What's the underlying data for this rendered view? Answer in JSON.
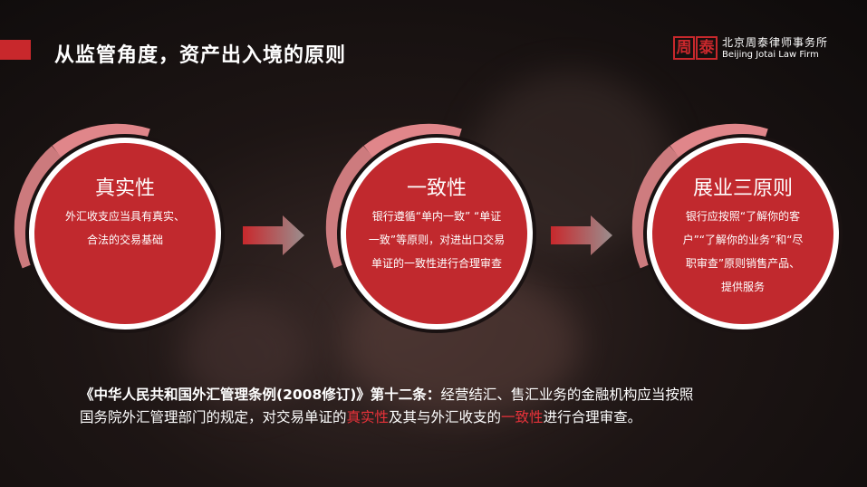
{
  "page": {
    "title": "从监管角度，资产出入境的原则"
  },
  "logo": {
    "mark_chars": [
      "周",
      "泰"
    ],
    "name_cn": "北京周泰律师事务所",
    "name_en": "Beijing Jotai Law Firm"
  },
  "principles": [
    {
      "title": "真实性",
      "lines": [
        "外汇收支应当具有真实、",
        "合法的交易基础"
      ]
    },
    {
      "title": "一致性",
      "lines": [
        "银行遵循“单内一致” “单证",
        "一致”等原则，对进出口交易",
        "单证的一致性进行合理审查"
      ]
    },
    {
      "title": "展业三原则",
      "lines": [
        "银行应按照“了解你的客",
        "户”“了解你的业务”和“尽",
        "职审查”原则销售产品、",
        "提供服务"
      ]
    }
  ],
  "footer": {
    "citation": "《中华人民共和国外汇管理条例(2008修订)》第十二条：",
    "text1": "经营结汇、售汇业务的金融机构应当按照",
    "text2": "国务院外汇管理部门的规定，对交易单证的",
    "highlight1": "真实性",
    "text3": "及其与外汇收支的",
    "highlight2": "一致性",
    "text4": "进行合理审查。"
  },
  "colors": {
    "accent": "#c8282c",
    "disc": "#c1292e",
    "ring": "#e0868a",
    "highlight": "#e8323a"
  }
}
